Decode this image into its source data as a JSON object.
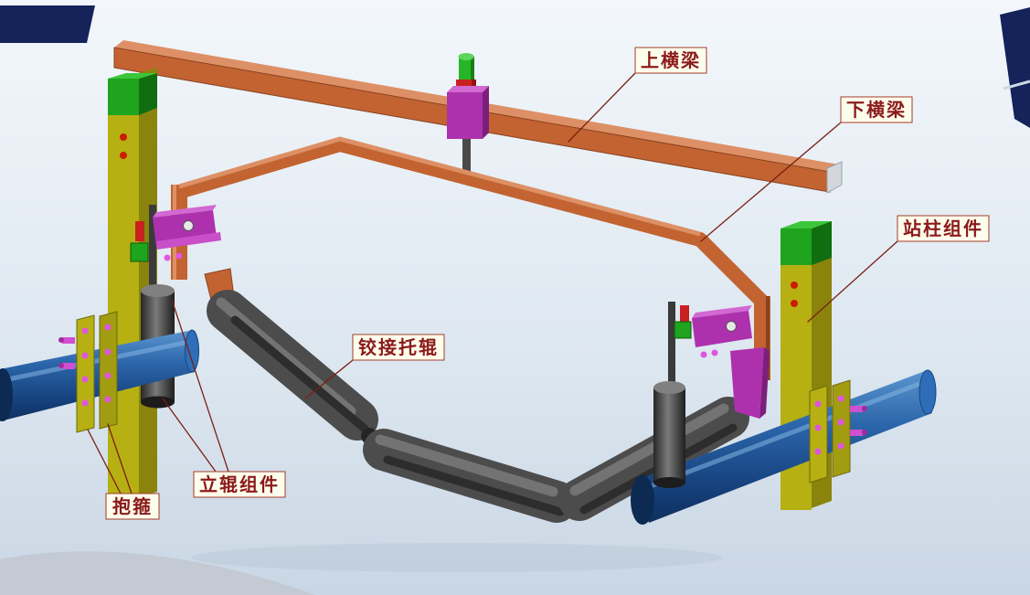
{
  "diagram": {
    "labels": {
      "upper_beam": "上横梁",
      "lower_beam": "下横梁",
      "column_assembly": "站柱组件",
      "hinged_idler": "铰接托辊",
      "vertical_roller_assembly": "立辊组件",
      "clamp": "抱箍"
    },
    "colors": {
      "beam_copper": "#c26331",
      "beam_copper_light": "#dd9065",
      "column_yellow": "#b6b013",
      "block_green": "#1ea41e",
      "bracket_magenta": "#ad31ad",
      "pipe_blue": "#2c66ab",
      "roller_gray": "#4c4c4c",
      "bolt_red": "#c92121",
      "bolt_pink": "#e055e0",
      "label_text": "#8b1a1a",
      "label_bg": "#fdfdec",
      "label_border": "#a33c2a",
      "background_top": "#f1f5fa",
      "background_bottom": "#cbd8e5",
      "corner_navy": "#15235a"
    }
  }
}
